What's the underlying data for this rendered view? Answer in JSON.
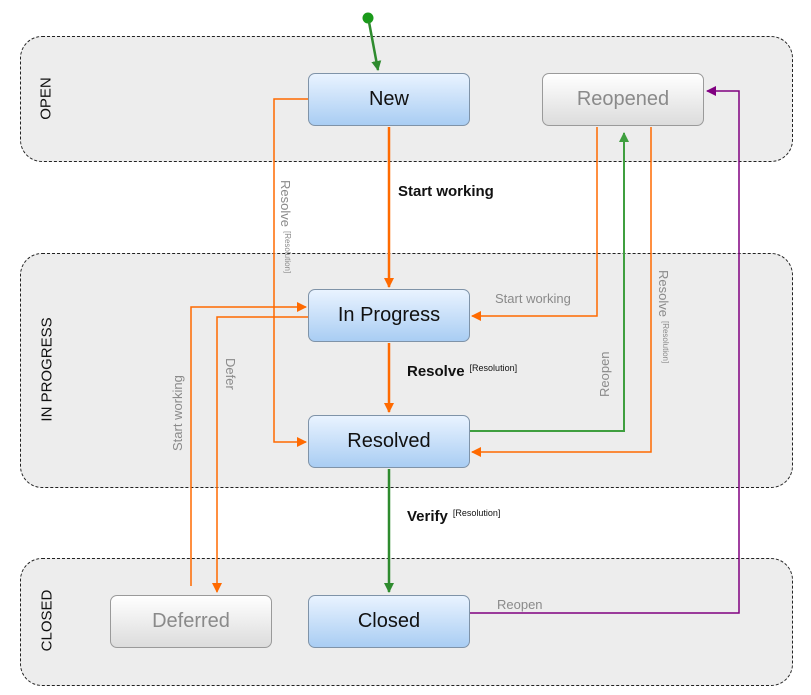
{
  "lanes": {
    "open": "OPEN",
    "in_progress": "IN PROGRESS",
    "closed": "CLOSED"
  },
  "states": {
    "new": "New",
    "reopened": "Reopened",
    "in_progress": "In Progress",
    "resolved": "Resolved",
    "deferred": "Deferred",
    "closed": "Closed"
  },
  "transitions": {
    "start_working_main": "Start working",
    "resolve_main": "Resolve",
    "resolve_main_sup": "[Resolution]",
    "verify": "Verify",
    "verify_sup": "[Resolution]",
    "resolve_from_new": "Resolve",
    "resolve_from_new_sup": "[Resolution]",
    "start_working_from_reopened": "Start working",
    "reopen_from_resolved": "Reopen",
    "resolve_from_reopened": "Resolve",
    "resolve_from_reopened_sup": "[Resolution]",
    "start_working_from_deferred": "Start working",
    "defer": "Defer",
    "reopen_from_closed": "Reopen"
  },
  "colors": {
    "orange": "#ff6a00",
    "green": "#2e8b2e",
    "light_green": "#3f9f3f",
    "purple": "#800080",
    "gray_text": "#8a8a8a"
  }
}
